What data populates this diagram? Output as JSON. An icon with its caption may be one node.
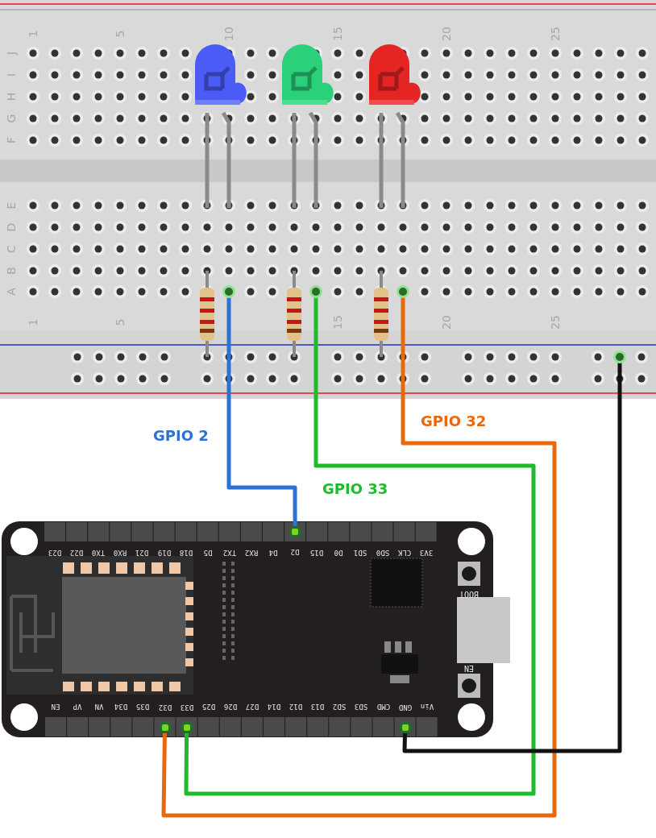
{
  "diagram": {
    "nodes": [
      {
        "text": [],
        "shape": "circle"
      },
      {
        "text": [],
        "shape": "circle"
      },
      {
        "text": [],
        "shape": "circle"
      },
      {
        "text": [],
        "shape": "circle"
      },
      {
        "text": [
          "D2"
        ]
      },
      {
        "text": [
          "D33"
        ]
      },
      {
        "text": [
          "D32"
        ]
      },
      {
        "text": [
          "GND"
        ]
      }
    ],
    "edges": [
      {
        "from": 4,
        "to": 0,
        "arrow": "none",
        "label": "GPIO 2",
        "color": "#2d72d2"
      },
      {
        "from": 5,
        "to": 1,
        "arrow": "none",
        "label": "GPIO 33",
        "color": "#1fbb2d"
      },
      {
        "from": 6,
        "to": 2,
        "arrow": "none",
        "label": "GPIO 32",
        "color": "#e8680c"
      },
      {
        "from": 7,
        "to": 3,
        "arrow": "none",
        "color": "#111111"
      }
    ],
    "labels": [
      "1",
      "5",
      "10",
      "15",
      "20",
      "25",
      "J",
      "I",
      "H",
      "G",
      "F",
      "E",
      "D",
      "C",
      "B",
      "A",
      "1",
      "5",
      "15",
      "20",
      "25",
      "D23",
      "D22",
      "TX0",
      "RX0",
      "D21",
      "D19",
      "D18",
      "D5",
      "TX2",
      "RX2",
      "D4",
      "D15",
      "D0",
      "SD1",
      "SD0",
      "CLK",
      "3V3",
      "BOOT",
      "EN",
      "EN",
      "VP",
      "VN",
      "D34",
      "D35",
      "D25",
      "D26",
      "D27",
      "D14",
      "D12",
      "D13",
      "SD2",
      "SD3",
      "CMD",
      "Vin"
    ]
  }
}
